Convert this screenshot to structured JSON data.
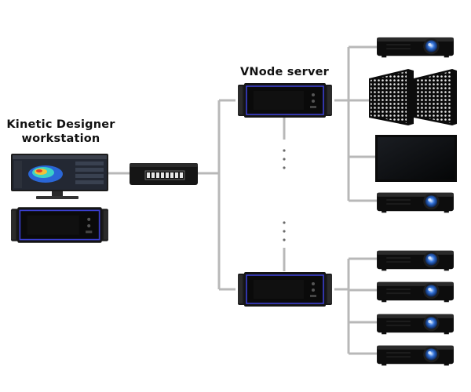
{
  "labels": {
    "workstation_line1": "Kinetic Designer",
    "workstation_line2": "workstation",
    "server": "VNode server"
  },
  "colors": {
    "background": "#ffffff",
    "connector": "#b8b8b8",
    "rack_body": "#141414",
    "rack_accent": "#3b3fd0",
    "device_black": "#0d0d0d",
    "lens_blue": "#2f6fd6"
  },
  "icons": {
    "workstation_monitor": "monitor-icon",
    "workstation_tower": "rack-unit-icon",
    "network_switch": "switch-icon",
    "server": "rack-server-icon",
    "projector": "projector-icon",
    "led_wall": "led-panel-icon",
    "display": "flat-screen-icon"
  }
}
